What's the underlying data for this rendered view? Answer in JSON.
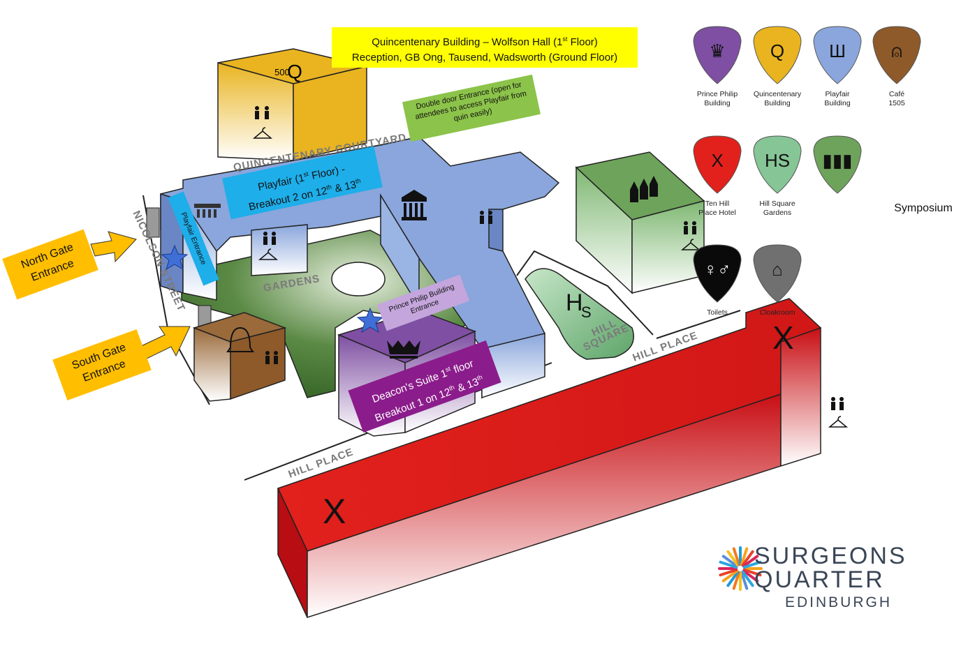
{
  "callouts": {
    "quin_title": "Quincentenary Building – Wolfson Hall (1st Floor)",
    "quin_line1_pre": "Quincentenary Building – Wolfson Hall (1",
    "quin_line1_sup": "st",
    "quin_line1_post": " Floor)",
    "quin_line2": "Reception, GB Ong, Tausend, Wadsworth (Ground Floor)",
    "double_door": "Double door Entrance (open for attendees to access Playfair from quin easily)",
    "playfair_pre": "Playfair (1",
    "playfair_sup1": "st",
    "playfair_mid": " Floor) -",
    "playfair_line2_pre": "Breakout 2 on 12",
    "playfair_sup2": "th",
    "playfair_amp": " & 13",
    "playfair_sup3": "th",
    "playfair_entrance": "Playfair Entrance",
    "pp_entrance": "Prince Philip Building Entrance",
    "deacon_pre": "Deacon's Suite 1",
    "deacon_sup1": "st",
    "deacon_post": " floor",
    "deacon_line2_pre": "Breakout 1 on 12",
    "deacon_sup2": "th",
    "deacon_amp": " & 13",
    "deacon_sup3": "th",
    "north_gate": "North Gate Entrance",
    "south_gate": "South Gate Entrance"
  },
  "streets": {
    "nicolson": "NICOLSON STREET",
    "quin_courtyard": "QUINCENTENARY COURTYARD",
    "hill_place_right": "HILL PLACE",
    "hill_place_left": "HILL PLACE",
    "gardens": "GARDENS",
    "hill": "HILL",
    "square": "SQUARE"
  },
  "legend": [
    {
      "line1": "Prince Philip",
      "line2": "Building",
      "color": "#7e4fa2",
      "icon": "crown-icon"
    },
    {
      "line1": "Quincentenary",
      "line2": "Building",
      "color": "#e9b420",
      "icon": "500-q-icon"
    },
    {
      "line1": "Playfair",
      "line2": "Building",
      "color": "#8aa6dc",
      "icon": "column-capital-icon"
    },
    {
      "line1": "Café",
      "line2": "1505",
      "color": "#8e5a2a",
      "icon": "bell-icon"
    },
    {
      "line1": "Ten Hill",
      "line2": "Place Hotel",
      "color": "#e2211c",
      "icon": "x-icon"
    },
    {
      "line1": "Hill Square",
      "line2": "Gardens",
      "color": "#86c596",
      "icon": "hs-icon"
    },
    {
      "line1": "Symposium",
      "line2": "",
      "color": "#6ea35b",
      "icon": "bottles-icon"
    },
    {
      "line1": "Toilets",
      "line2": "",
      "color": "#0a0a0a",
      "icon": "toilets-icon"
    },
    {
      "line1": "Cloakroom",
      "line2": "",
      "color": "#707070",
      "icon": "hanger-icon"
    }
  ],
  "map_glyphs": {
    "q_500": "500",
    "q_letter": "Q",
    "x_letter": "X",
    "hs_h": "H",
    "hs_s": "S"
  },
  "logo": {
    "line1": "SURGEONS",
    "line2": "QUARTER",
    "line3": "EDINBURGH"
  },
  "colors": {
    "quin": "#e9b420",
    "playfair": "#8aa6dc",
    "prince_philip": "#7e4fa2",
    "cafe": "#8e5a2a",
    "hotel": "#e2211c",
    "gardens": "#3a6a2a",
    "symposium": "#6ea35b",
    "callout_yellow": "#ffff00",
    "callout_green": "#8cc34a",
    "callout_blue": "#1eaeea",
    "callout_lilac": "#c4a6dc",
    "callout_purple": "#8b1c8b",
    "gate_arrow": "#ffbe00"
  }
}
